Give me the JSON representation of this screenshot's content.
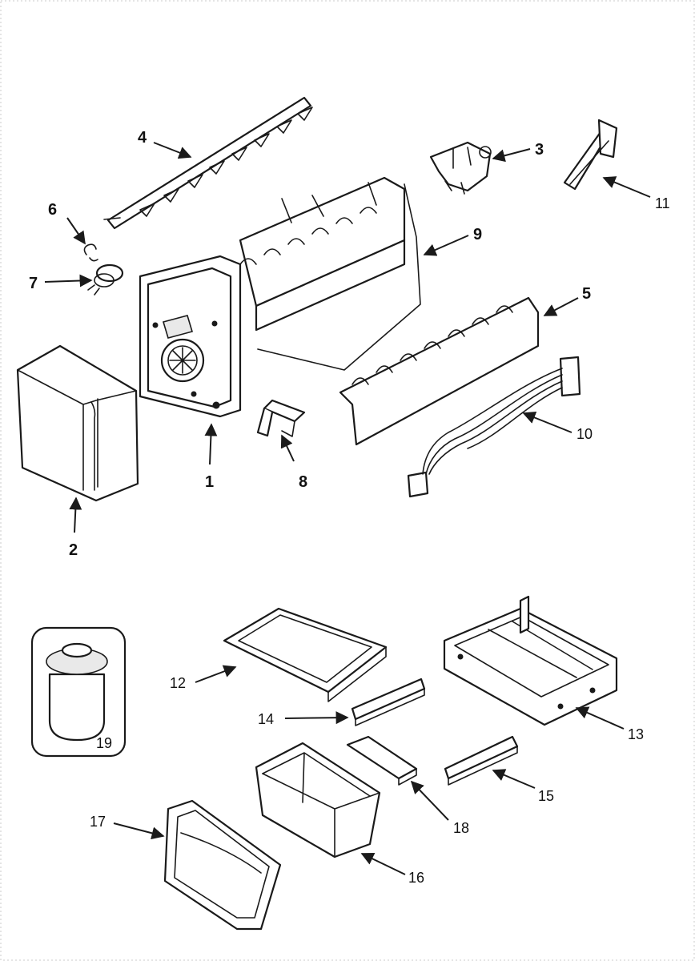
{
  "colors": {
    "ink": "#1a1a1a",
    "paper": "#ffffff",
    "frame": "#c8c8c8"
  },
  "callouts": {
    "c1": "1",
    "c2": "2",
    "c3": "3",
    "c4": "4",
    "c5": "5",
    "c6": "6",
    "c7": "7",
    "c8": "8",
    "c9": "9",
    "c10": "10",
    "c11": "11",
    "c12": "12",
    "c13": "13",
    "c14": "14",
    "c15": "15",
    "c16": "16",
    "c17": "17",
    "c18": "18",
    "c19": "19"
  }
}
